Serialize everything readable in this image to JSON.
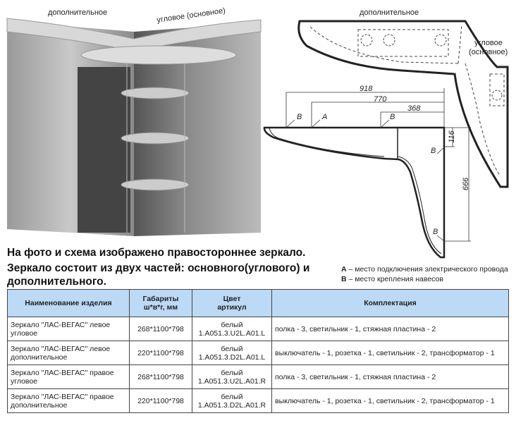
{
  "photo": {
    "label_additional": "дополнительное",
    "label_corner": "угловое (основное)"
  },
  "scheme_top": {
    "label_additional": "дополнительное",
    "label_corner": "угловое\n(основное)",
    "label_corner_line1": "угловое",
    "label_corner_line2": "(основное)"
  },
  "drawing": {
    "dim_918": "918",
    "dim_770": "770",
    "dim_368": "368",
    "dim_116": "116",
    "dim_666": "666",
    "mark_a": "A",
    "mark_b": "B"
  },
  "description": {
    "line1": "На фото и схема изображено правостороннее зеркало.",
    "line2": "Зеркало состоит из двух частей: основного(углового) и",
    "line3": "дополнительного."
  },
  "legend": {
    "a_key": "А",
    "a_text": " – место подключения электрического провода",
    "b_key": "В",
    "b_text": " – место крепления навесов"
  },
  "table": {
    "headers": [
      "Наименование изделия",
      "Габариты ш*в*г, мм",
      "Цвет артикул",
      "Комплектация"
    ],
    "header_dims_line1": "Габариты",
    "header_dims_line2": "ш*в*г, мм",
    "header_color_line1": "Цвет",
    "header_color_line2": "артикул",
    "rows": [
      {
        "name": "Зеркало \"ЛАС-ВЕГАС\" левое угловое",
        "dims": "268*1100*798",
        "color": "белый",
        "article": "1.A051.3.U2L.A01.L",
        "kit": "полка - 3, светильник - 1, стяжная пластина - 2"
      },
      {
        "name": "Зеркало \"ЛАС-ВЕГАС\" левое дополнительное",
        "dims": "220*1100*798",
        "color": "белый",
        "article": "1.A051.3.D2L.A01.L",
        "kit": "выключатель - 1, розетка - 1, светильник - 2, трансформатор - 1"
      },
      {
        "name": "Зеркало \"ЛАС-ВЕГАС\" правое угловое",
        "dims": "268*1100*798",
        "color": "белый",
        "article": "1.A051.3.U2L.A01.R",
        "kit": "полка - 3, светильник - 1, стяжная пластина - 2"
      },
      {
        "name": "Зеркало \"ЛАС-ВЕГАС\" правое дополнительное",
        "dims": "220*1100*798",
        "color": "белый",
        "article": "1.A051.3.D2L.A01.R",
        "kit": "выключатель - 1, розетка - 1, светильник - 2, трансформатор - 1"
      }
    ]
  }
}
